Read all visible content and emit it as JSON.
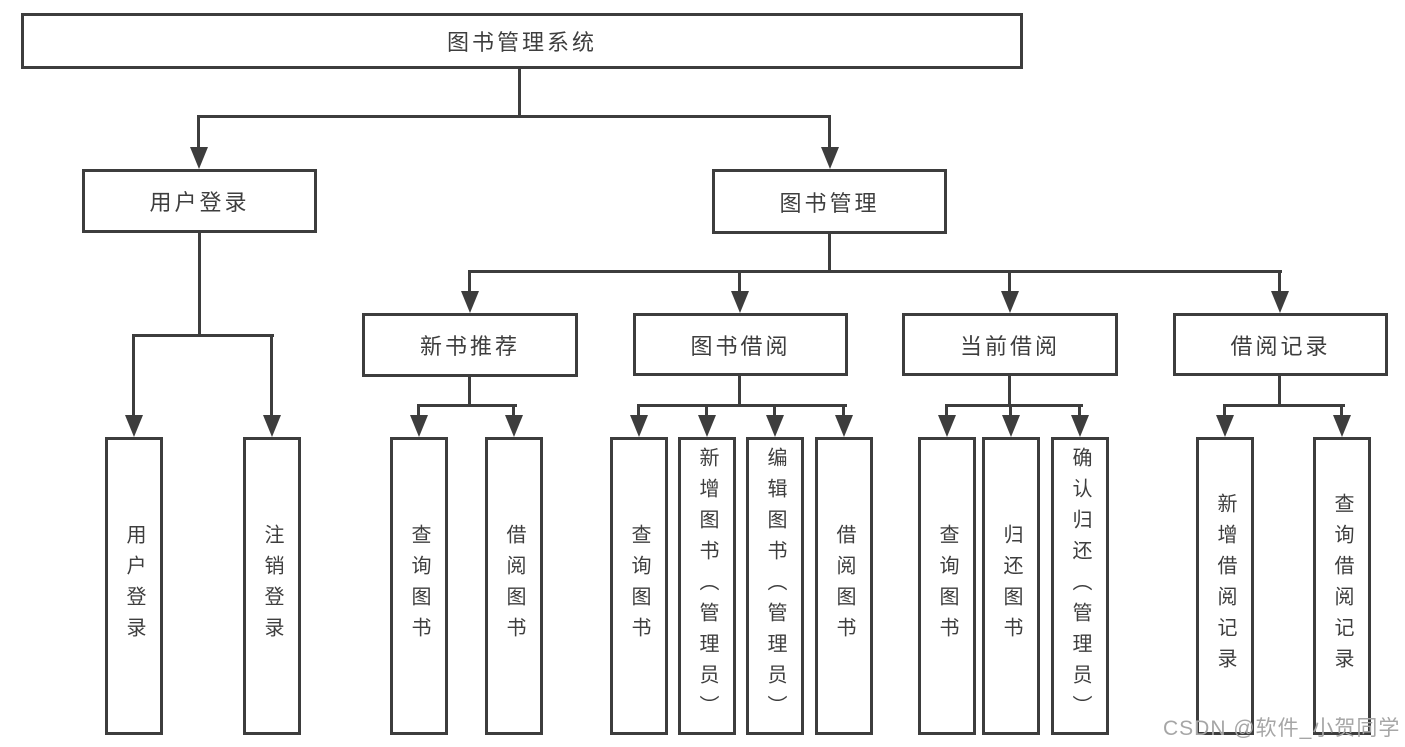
{
  "tree": {
    "label": "图书管理系统",
    "children": [
      {
        "label": "用户登录",
        "children": [
          {
            "label": "用户登录"
          },
          {
            "label": "注销登录"
          }
        ]
      },
      {
        "label": "图书管理",
        "children": [
          {
            "label": "新书推荐",
            "children": [
              {
                "label": "查询图书"
              },
              {
                "label": "借阅图书"
              }
            ]
          },
          {
            "label": "图书借阅",
            "children": [
              {
                "label": "查询图书"
              },
              {
                "label": "新增图书（管理员）"
              },
              {
                "label": "编辑图书（管理员）"
              },
              {
                "label": "借阅图书"
              }
            ]
          },
          {
            "label": "当前借阅",
            "children": [
              {
                "label": "查询图书"
              },
              {
                "label": "归还图书"
              },
              {
                "label": "确认归还（管理员）"
              }
            ]
          },
          {
            "label": "借阅记录",
            "children": [
              {
                "label": "新增借阅记录"
              },
              {
                "label": "查询借阅记录"
              }
            ]
          }
        ]
      }
    ]
  },
  "watermark": {
    "text": "CSDN @软件_小贺同学"
  },
  "colors": {
    "line": "#3d3d3d",
    "text": "#3e3e3e",
    "bg": "#ffffff",
    "wm": "#a6a6a6"
  }
}
